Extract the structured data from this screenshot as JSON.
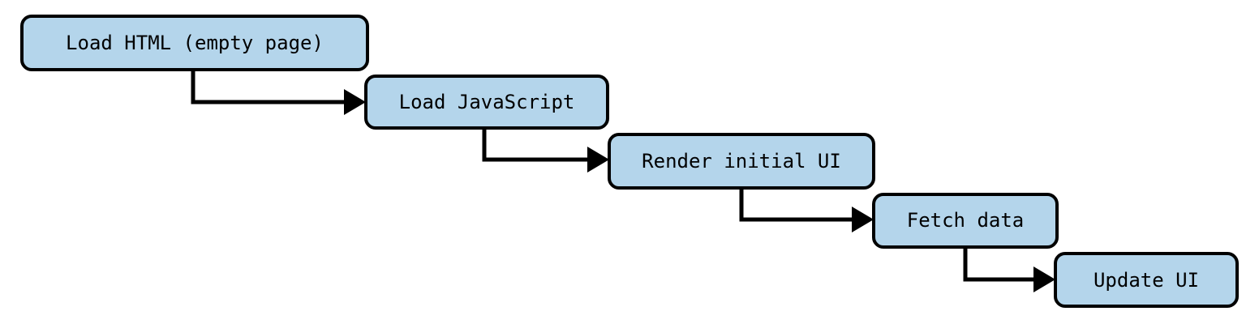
{
  "steps": [
    {
      "label": "Load HTML (empty page)"
    },
    {
      "label": "Load JavaScript"
    },
    {
      "label": "Render initial UI"
    },
    {
      "label": "Fetch data"
    },
    {
      "label": "Update UI"
    }
  ],
  "colors": {
    "box_fill": "#b4d5eb",
    "box_stroke": "#000000",
    "connector": "#000000"
  }
}
